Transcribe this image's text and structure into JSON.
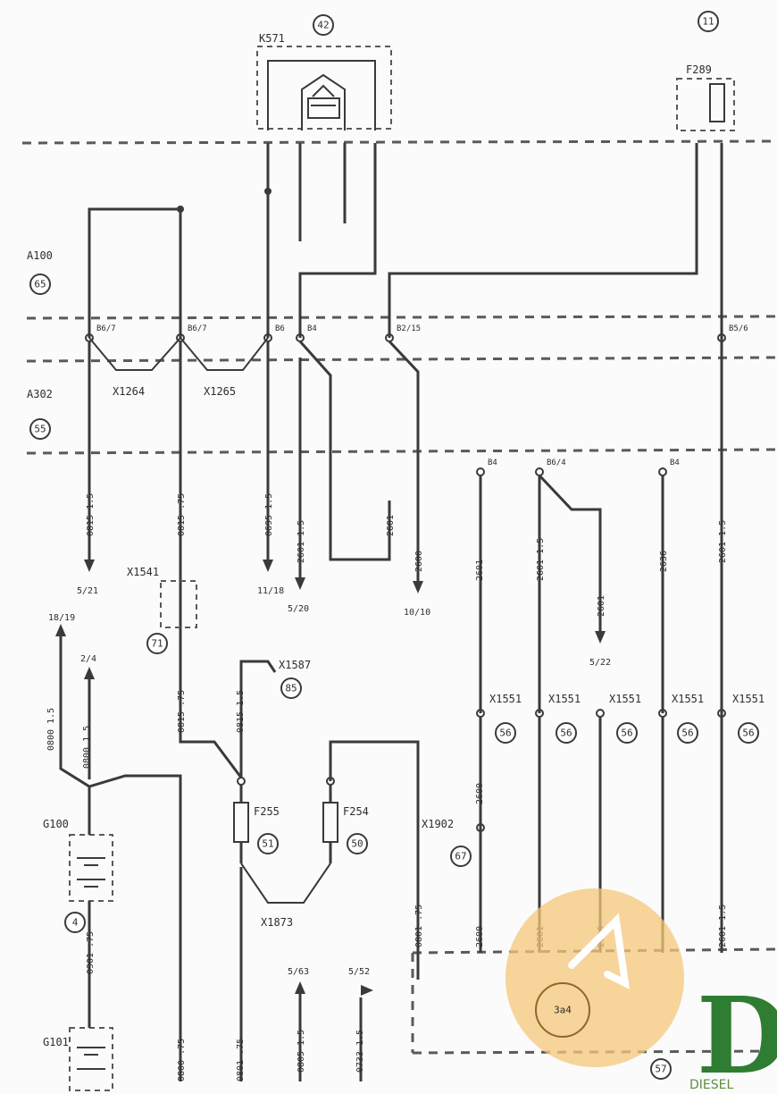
{
  "components": {
    "k571": "K571",
    "f289": "F289",
    "a100": "A100",
    "a302": "A302",
    "x1264": "X1264",
    "x1265": "X1265",
    "x1541": "X1541",
    "x1587": "X1587",
    "x1551": "X1551",
    "x1902": "X1902",
    "g100": "G100",
    "g101": "G101",
    "f255": "F255",
    "f254": "F254",
    "x1873": "X1873"
  },
  "location_marks": {
    "k571": "42",
    "f289": "11",
    "a100": "65",
    "a302": "55",
    "x1541": "71",
    "x1587": "85",
    "x1551_1": "56",
    "x1551_2": "56",
    "x1551_3": "56",
    "x1551_4": "56",
    "x1551_5": "56",
    "x1902": "67",
    "f255": "51",
    "f254": "50",
    "g100": "4",
    "watermark_circle": "3a4",
    "bottom_ref": "57"
  },
  "wire_labels": [
    "0815 1.5",
    "0815 .75",
    "0695 1.5",
    "2601 1.5",
    "2601",
    "2600",
    "2601",
    "2601 1.5",
    "2601",
    "2636",
    "2601 1.5",
    "0815 .75",
    "0815 1.5",
    "0800 1.5",
    "0800 1.5",
    "0901 .75",
    "0800 .75",
    "0801 .75",
    "0805 1.5",
    "0733 1.5",
    "2600",
    "0801 .75",
    "2600",
    "2601",
    "2636",
    "2601 1.5"
  ],
  "references": {
    "r1": "5/21",
    "r2": "11/18",
    "r3": "5/20",
    "r4": "10/10",
    "r5": "5/22",
    "r6": "18/19",
    "r7": "2/4",
    "r8": "5/63",
    "r9": "5/52"
  },
  "pins": {
    "a100_1": "B6/7",
    "a100_2": "B6/7",
    "a100_3": "B6",
    "a100_4": "B4",
    "a100_5": "B2/15",
    "a100_6": "B5/6",
    "a302_1": "B4",
    "a302_2": "B6/4",
    "a302_3": "B4"
  },
  "logo": {
    "letter": "D",
    "text": "DIESEL"
  }
}
